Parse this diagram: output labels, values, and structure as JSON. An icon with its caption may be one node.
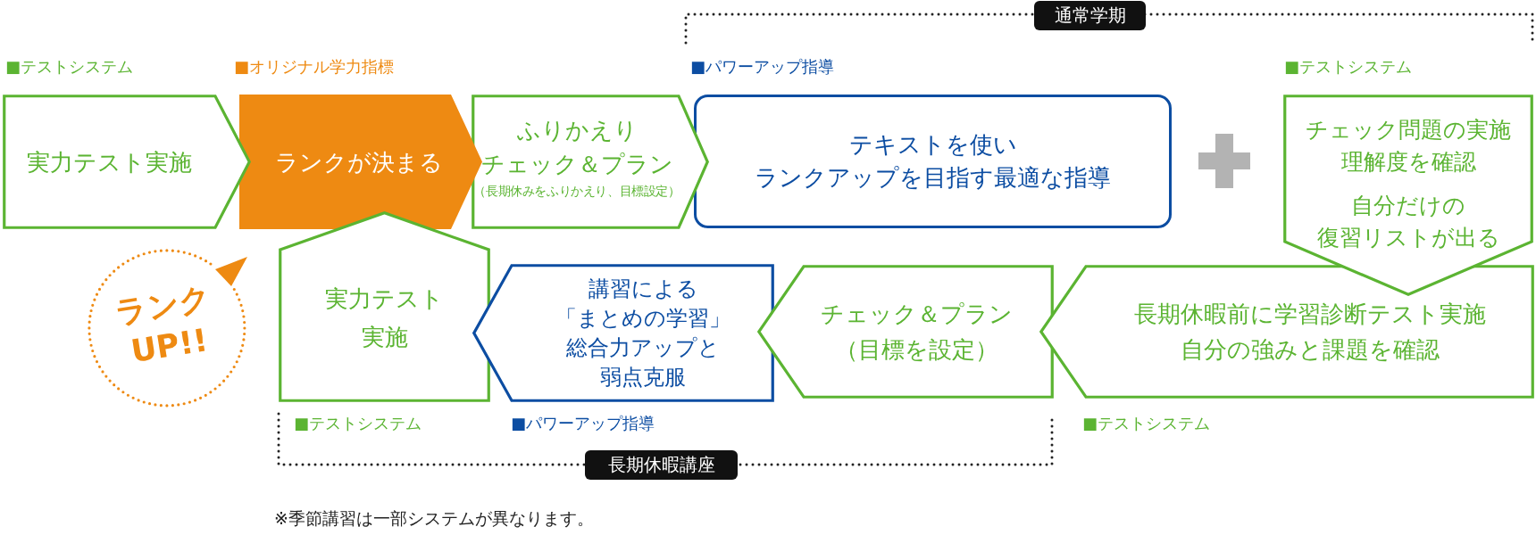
{
  "diagram": {
    "nodes": [
      {
        "text": [
          "実力テスト実施"
        ],
        "beside": [
          "■テストシステム"
        ]
      },
      {
        "text": [
          "ランクが決まる"
        ],
        "beside": [
          "■オリジナル学力指標"
        ]
      },
      {
        "text": [
          "ふりかえりチェック＆プラン",
          "（長期休みをふりかえり、目標設定）"
        ]
      },
      {
        "text": [
          "テキストを使いランクアップを目指す最適な指導"
        ],
        "beside": [
          "■パワーアップ指導"
        ]
      },
      {
        "text": [
          "チェック問題の実施理解度を確認",
          "自分だけの復習リストが出る"
        ],
        "beside": [
          "■テストシステム"
        ]
      },
      {
        "text": [
          "長期休暇前に学習診断テスト実施自分の強みと課題を確認"
        ],
        "beside": [
          "■テストシステム"
        ]
      },
      {
        "text": [
          "チェック＆プラン（目標を設定）"
        ]
      },
      {
        "text": [
          "講習による「まとめの学習」総合力アップと弱点克服"
        ],
        "beside": [
          "■パワーアップ指導"
        ]
      },
      {
        "text": [
          "実力テスト実施"
        ],
        "beside": [
          "■テストシステム"
        ]
      },
      {
        "text": [
          "ランクUP!!"
        ]
      }
    ],
    "labels": [
      "通常学期",
      "長期休暇講座",
      "※季節講習は一部システムが異なります。"
    ]
  }
}
